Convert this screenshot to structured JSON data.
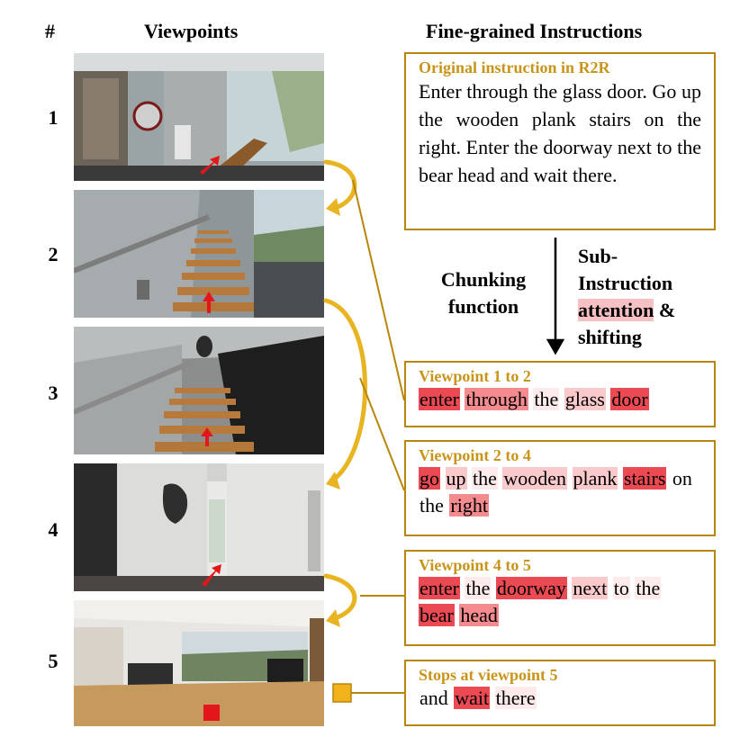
{
  "headers": {
    "num": "#",
    "viewpoints": "Viewpoints",
    "instructions": "Fine-grained Instructions"
  },
  "rows": [
    {
      "num": "1"
    },
    {
      "num": "2"
    },
    {
      "num": "3"
    },
    {
      "num": "4"
    },
    {
      "num": "5"
    }
  ],
  "original": {
    "title": "Original instruction in R2R",
    "text": "Enter through the glass door. Go up the wooden plank stairs on the right. Enter the doorway next to the bear head and wait there."
  },
  "chunking": {
    "line1": "Chunking",
    "line2": "function"
  },
  "subinstruction": {
    "line1": "Sub-",
    "line2": "Instruction",
    "line3a": "attention",
    "line3b": " &",
    "line4": "shifting"
  },
  "sub_boxes": [
    {
      "title": "Viewpoint 1 to 2",
      "words": [
        {
          "t": "enter",
          "l": 4
        },
        {
          "t": "through",
          "l": 3
        },
        {
          "t": "the",
          "l": 1
        },
        {
          "t": "glass",
          "l": 2
        },
        {
          "t": "door",
          "l": 4
        }
      ]
    },
    {
      "title": "Viewpoint 2 to 4",
      "words": [
        {
          "t": "go",
          "l": 4
        },
        {
          "t": "up",
          "l": 2
        },
        {
          "t": "the",
          "l": 1
        },
        {
          "t": "wooden",
          "l": 2
        },
        {
          "t": "plank",
          "l": 2
        },
        {
          "t": "stairs",
          "l": 4
        },
        {
          "t": "on",
          "l": 0
        },
        {
          "t": "the",
          "l": 0
        },
        {
          "t": "right",
          "l": 3
        }
      ]
    },
    {
      "title": "Viewpoint 4 to 5",
      "words": [
        {
          "t": "enter",
          "l": 4
        },
        {
          "t": "the",
          "l": 1
        },
        {
          "t": "doorway",
          "l": 4
        },
        {
          "t": "next",
          "l": 2
        },
        {
          "t": "to",
          "l": 1
        },
        {
          "t": "the",
          "l": 1
        },
        {
          "t": "bear",
          "l": 4
        },
        {
          "t": "head",
          "l": 3
        }
      ]
    },
    {
      "title": "Stops at viewpoint 5",
      "words": [
        {
          "t": "and",
          "l": 0
        },
        {
          "t": "wait",
          "l": 4
        },
        {
          "t": "there",
          "l": 1
        }
      ]
    }
  ],
  "colors": {
    "accent": "#b8860b",
    "arrow": "#e8b422",
    "marker": "#e5161b",
    "stop": "#f2b21b"
  }
}
